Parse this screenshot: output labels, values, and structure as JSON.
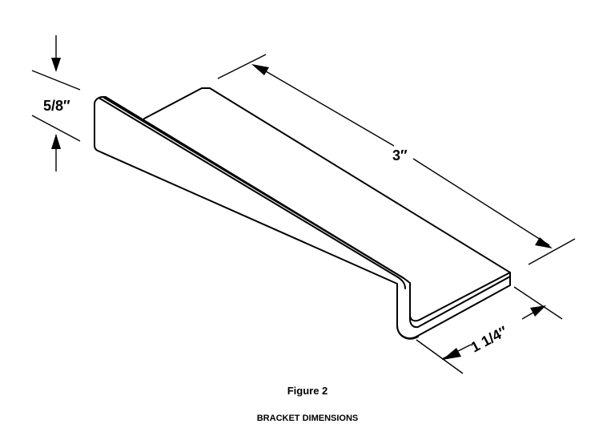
{
  "diagram": {
    "dimensions": {
      "height": "5/8″",
      "length": "3″",
      "width": "1 1/4″"
    },
    "caption": {
      "figure": "Figure 2",
      "title": "BRACKET DIMENSIONS"
    }
  }
}
